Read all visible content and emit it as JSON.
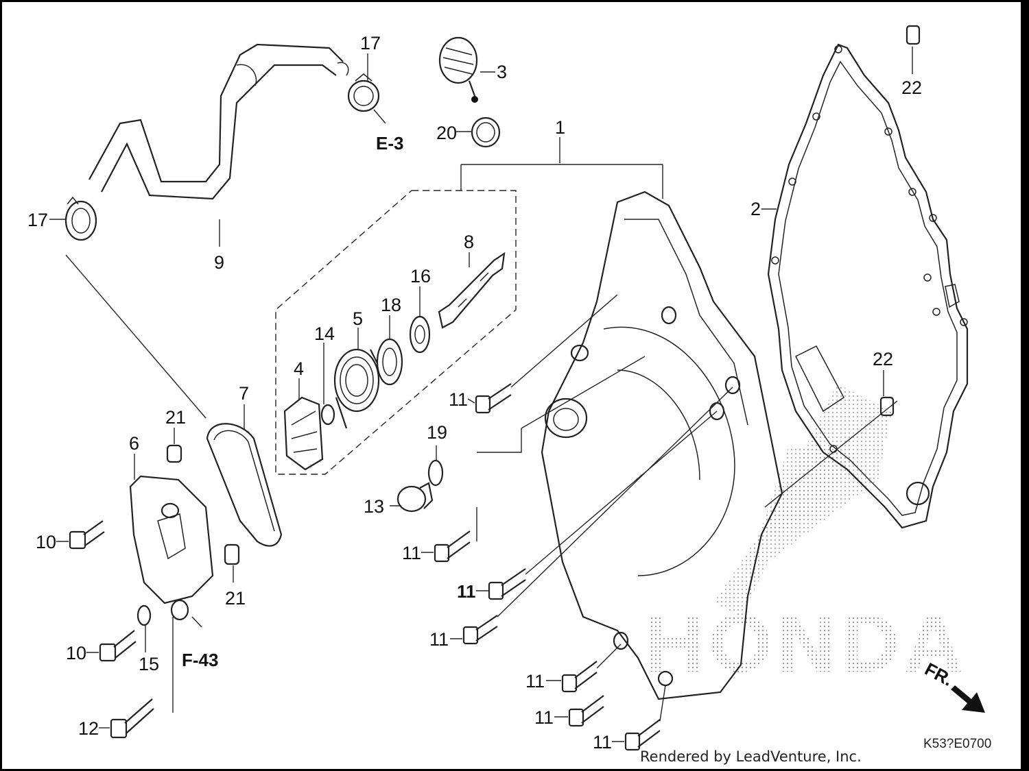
{
  "diagram": {
    "labels": {
      "p1": "1",
      "p2": "2",
      "p3": "3",
      "p4": "4",
      "p5": "5",
      "p6": "6",
      "p7": "7",
      "p8": "8",
      "p9": "9",
      "p10a": "10",
      "p10b": "10",
      "p11a": "11",
      "p11b": "11",
      "p11c": "11",
      "p11d": "11",
      "p11e": "11",
      "p11f": "11",
      "p11g": "11",
      "p12": "12",
      "p13": "13",
      "p14": "14",
      "p15": "15",
      "p16": "16",
      "p17a": "17",
      "p17b": "17",
      "p18": "18",
      "p19": "19",
      "p20": "20",
      "p21a": "21",
      "p21b": "21",
      "p22a": "22",
      "p22b": "22"
    },
    "refs": {
      "e3": "E-3",
      "f43": "F-43"
    },
    "direction": "FR.",
    "watermark": "HONDA",
    "code": "K53?E0700",
    "credit": "Rendered by LeadVenture, Inc."
  }
}
